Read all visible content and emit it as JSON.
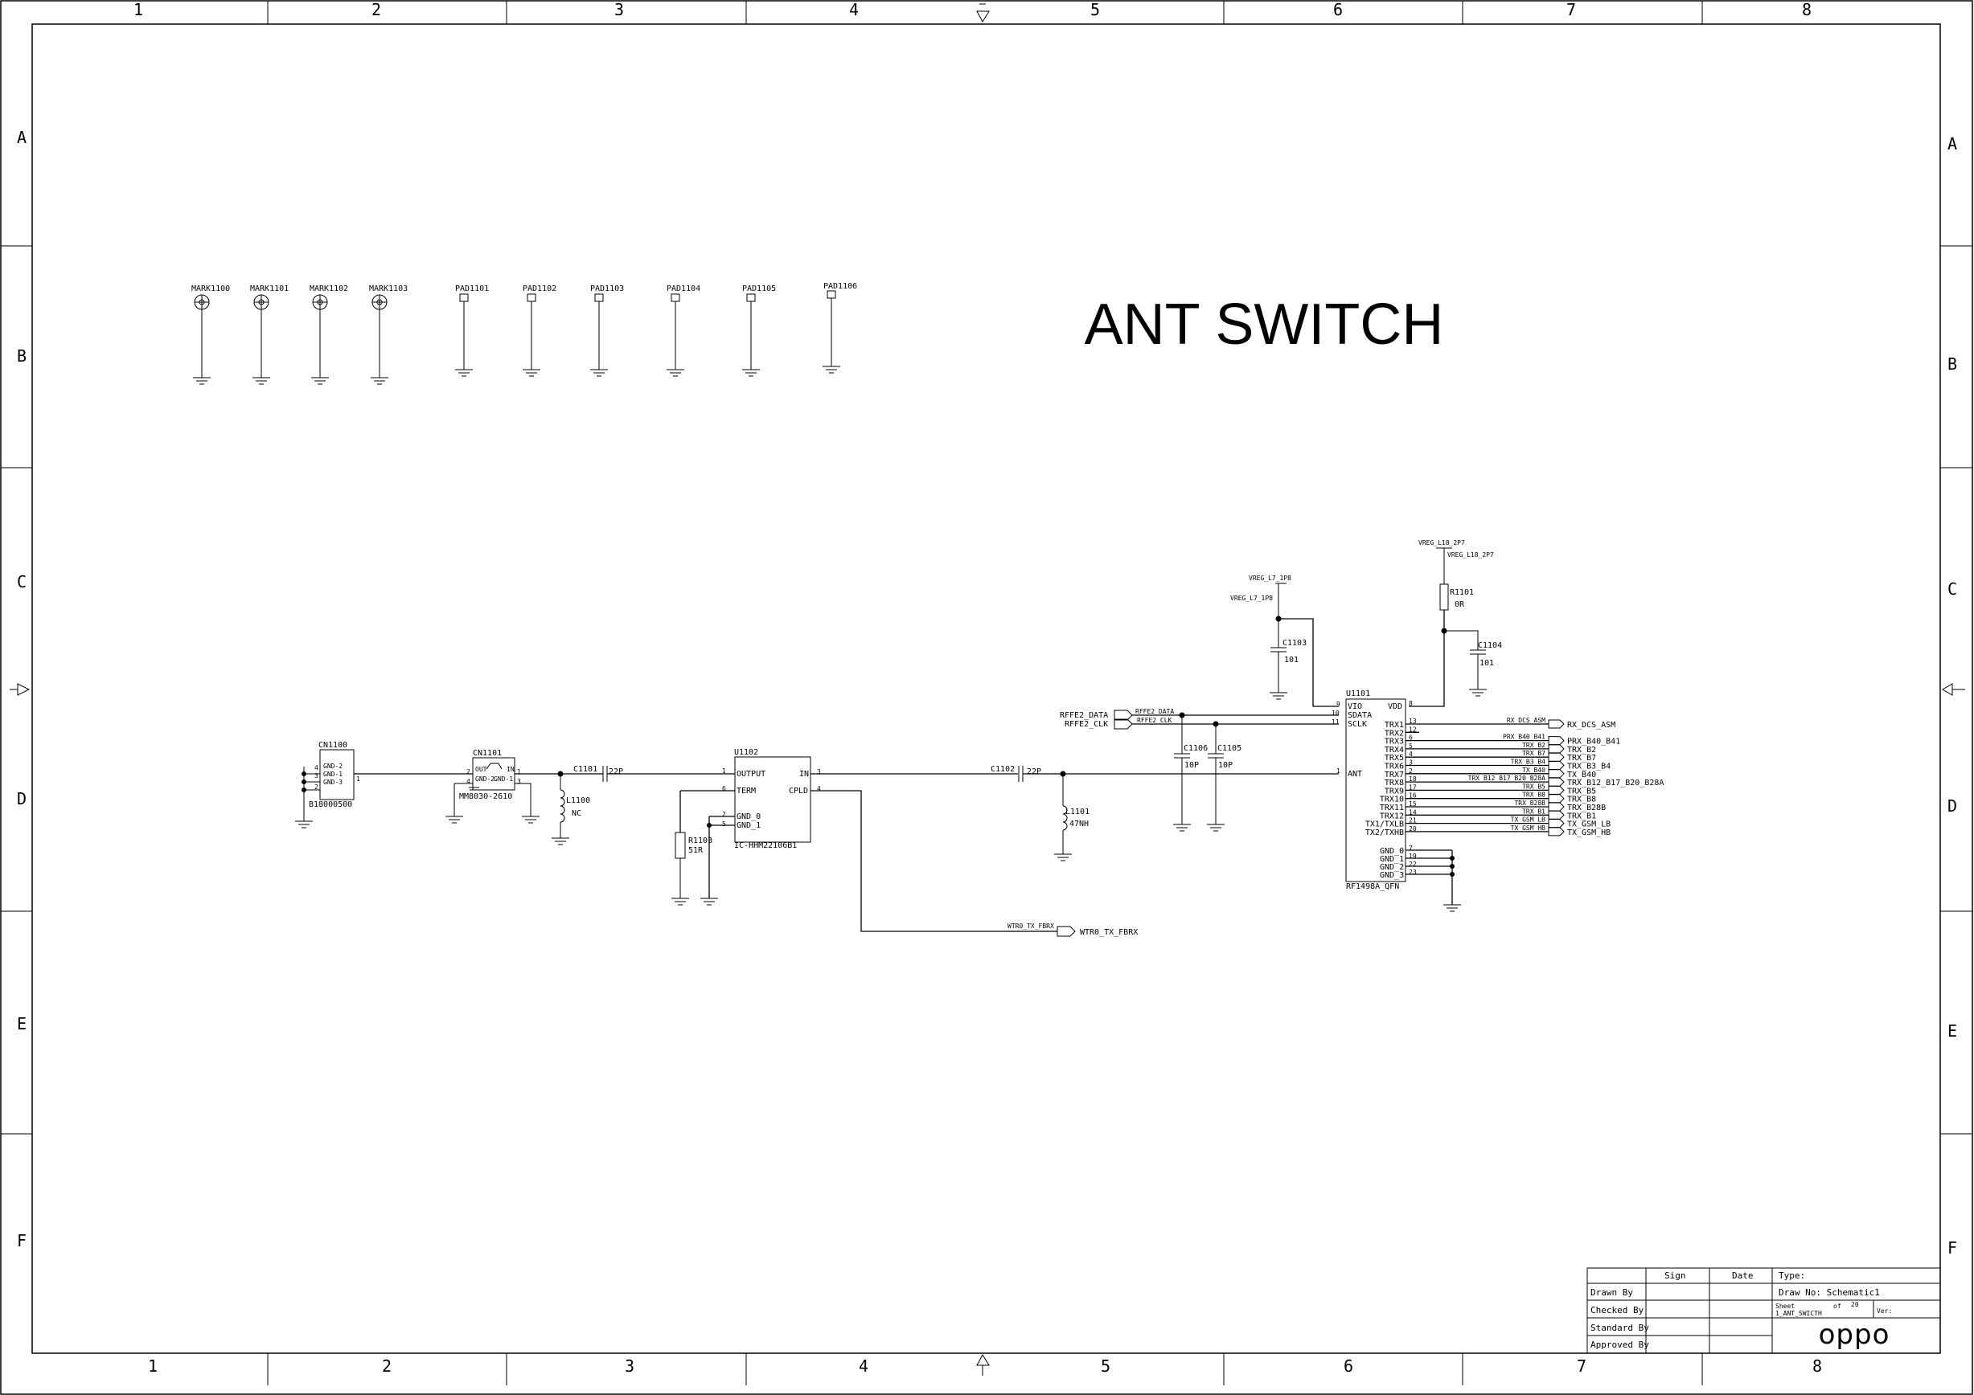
{
  "title": "ANT SWITCH",
  "zones": {
    "cols_top": [
      "1",
      "2",
      "3",
      "4",
      "5",
      "6",
      "7",
      "8"
    ],
    "cols_bottom": [
      "1",
      "2",
      "3",
      "4",
      "5",
      "6",
      "7",
      "8"
    ],
    "rows": [
      "A",
      "B",
      "C",
      "D",
      "E",
      "F"
    ]
  },
  "marks": [
    "MARK1100",
    "MARK1101",
    "MARK1102",
    "MARK1103"
  ],
  "pads": [
    "PAD1101",
    "PAD1102",
    "PAD1103",
    "PAD1104",
    "PAD1105",
    "PAD1106"
  ],
  "cn1100": {
    "ref": "CN1100",
    "part": "B18000500",
    "pin_labels": [
      "GND-2",
      "GND-1",
      "GND-3"
    ],
    "pins": [
      "4",
      "3",
      "2",
      "1"
    ]
  },
  "cn1101": {
    "ref": "CN1101",
    "part": "MM8030-2610",
    "labels": [
      "OUT",
      "IN",
      "GND-2",
      "GND-1"
    ],
    "pins": [
      "2",
      "4",
      "1",
      "3"
    ]
  },
  "c1101": {
    "ref": "C1101",
    "value": "22P"
  },
  "l1100": {
    "ref": "L1100",
    "value": "NC"
  },
  "u1102": {
    "ref": "U1102",
    "part": "IC-HHM22106B1",
    "pins_left": [
      "OUTPUT",
      "TERM",
      "GND_0",
      "GND_1"
    ],
    "pin_nums_left": [
      "1",
      "6",
      "2",
      "5"
    ],
    "pins_right": [
      "IN",
      "CPLD"
    ],
    "pin_nums_right": [
      "3",
      "4"
    ]
  },
  "r1103": {
    "ref": "R1103",
    "value": "51R"
  },
  "c1102": {
    "ref": "C1102",
    "value": "22P"
  },
  "l1101": {
    "ref": "L1101",
    "value": "47NH"
  },
  "wtr": {
    "net_small": "WTR0_TX_FBRX",
    "net": "WTR0_TX_FBRX"
  },
  "rffe": {
    "data_port": "RFFE2_DATA",
    "clk_port": "RFFE2_CLK",
    "data_net": "RFFE2_DATA",
    "clk_net": "RFFE2_CLK"
  },
  "c1106": {
    "ref": "C1106",
    "value": "10P"
  },
  "c1105": {
    "ref": "C1105",
    "value": "10P"
  },
  "vreg_l7": {
    "net_top": "VREG_L7_1P8",
    "net_left": "VREG_L7_1P8"
  },
  "c1103": {
    "ref": "C1103",
    "value": "101"
  },
  "vreg_l18": {
    "net_top": "VREG_L18_2P7",
    "net_right": "VREG_L18_2P7"
  },
  "r1101": {
    "ref": "R1101",
    "value": "0R"
  },
  "c1104": {
    "ref": "C1104",
    "value": "101"
  },
  "u1101": {
    "ref": "U1101",
    "part": "RF1498A_QFN",
    "left_pins": [
      {
        "num": "9",
        "name": "VIO"
      },
      {
        "num": "10",
        "name": "SDATA"
      },
      {
        "num": "11",
        "name": "SCLK"
      },
      {
        "num": "1",
        "name": "ANT"
      }
    ],
    "vdd": {
      "num": "8",
      "name": "VDD"
    },
    "trx": [
      {
        "name": "TRX1",
        "num": "13",
        "net": "RX_DCS_ASM",
        "port": "RX_DCS_ASM"
      },
      {
        "name": "TRX2",
        "num": "12",
        "net": "",
        "port": ""
      },
      {
        "name": "TRX3",
        "num": "6",
        "net": "PRX_B40_B41",
        "port": "PRX_B40_B41"
      },
      {
        "name": "TRX4",
        "num": "5",
        "net": "TRX_B2",
        "port": "TRX_B2"
      },
      {
        "name": "TRX5",
        "num": "4",
        "net": "TRX_B7",
        "port": "TRX_B7"
      },
      {
        "name": "TRX6",
        "num": "3",
        "net": "TRX_B3_B4",
        "port": "TRX_B3_B4"
      },
      {
        "name": "TRX7",
        "num": "2",
        "net": "TX_B40",
        "port": "TX_B40"
      },
      {
        "name": "TRX8",
        "num": "18",
        "net": "TRX_B12_B17_B20_B28A",
        "port": "TRX_B12_B17_B20_B28A"
      },
      {
        "name": "TRX9",
        "num": "17",
        "net": "TRX_B5",
        "port": "TRX_B5"
      },
      {
        "name": "TRX10",
        "num": "16",
        "net": "TRX_B8",
        "port": "TRX_B8"
      },
      {
        "name": "TRX11",
        "num": "15",
        "net": "TRX_B28B",
        "port": "TRX_B28B"
      },
      {
        "name": "TRX12",
        "num": "14",
        "net": "TRX_B1",
        "port": "TRX_B1"
      },
      {
        "name": "TX1/TXLB",
        "num": "21",
        "net": "TX_GSM_LB",
        "port": "TX_GSM_LB"
      },
      {
        "name": "TX2/TXHB",
        "num": "20",
        "net": "TX_GSM_HB",
        "port": "TX_GSM_HB"
      }
    ],
    "gnd": [
      {
        "name": "GND_0",
        "num": "7"
      },
      {
        "name": "GND_1",
        "num": "19"
      },
      {
        "name": "GND_2",
        "num": "22"
      },
      {
        "name": "GND_3",
        "num": "23"
      }
    ]
  },
  "title_block": {
    "sign": "Sign",
    "date": "Date",
    "type": "Type:",
    "drawn_by": "Drawn By",
    "checked_by": "Checked By",
    "standard_by": "Standard By",
    "approved_by": "Approved By",
    "draw_no": "Draw No: Schematic1",
    "sheet": "Sheet",
    "of": "of",
    "sheet_total": "20",
    "sheet_name": "1_ANT_SWICTH",
    "ver": "Ver:",
    "logo": "oppo"
  }
}
